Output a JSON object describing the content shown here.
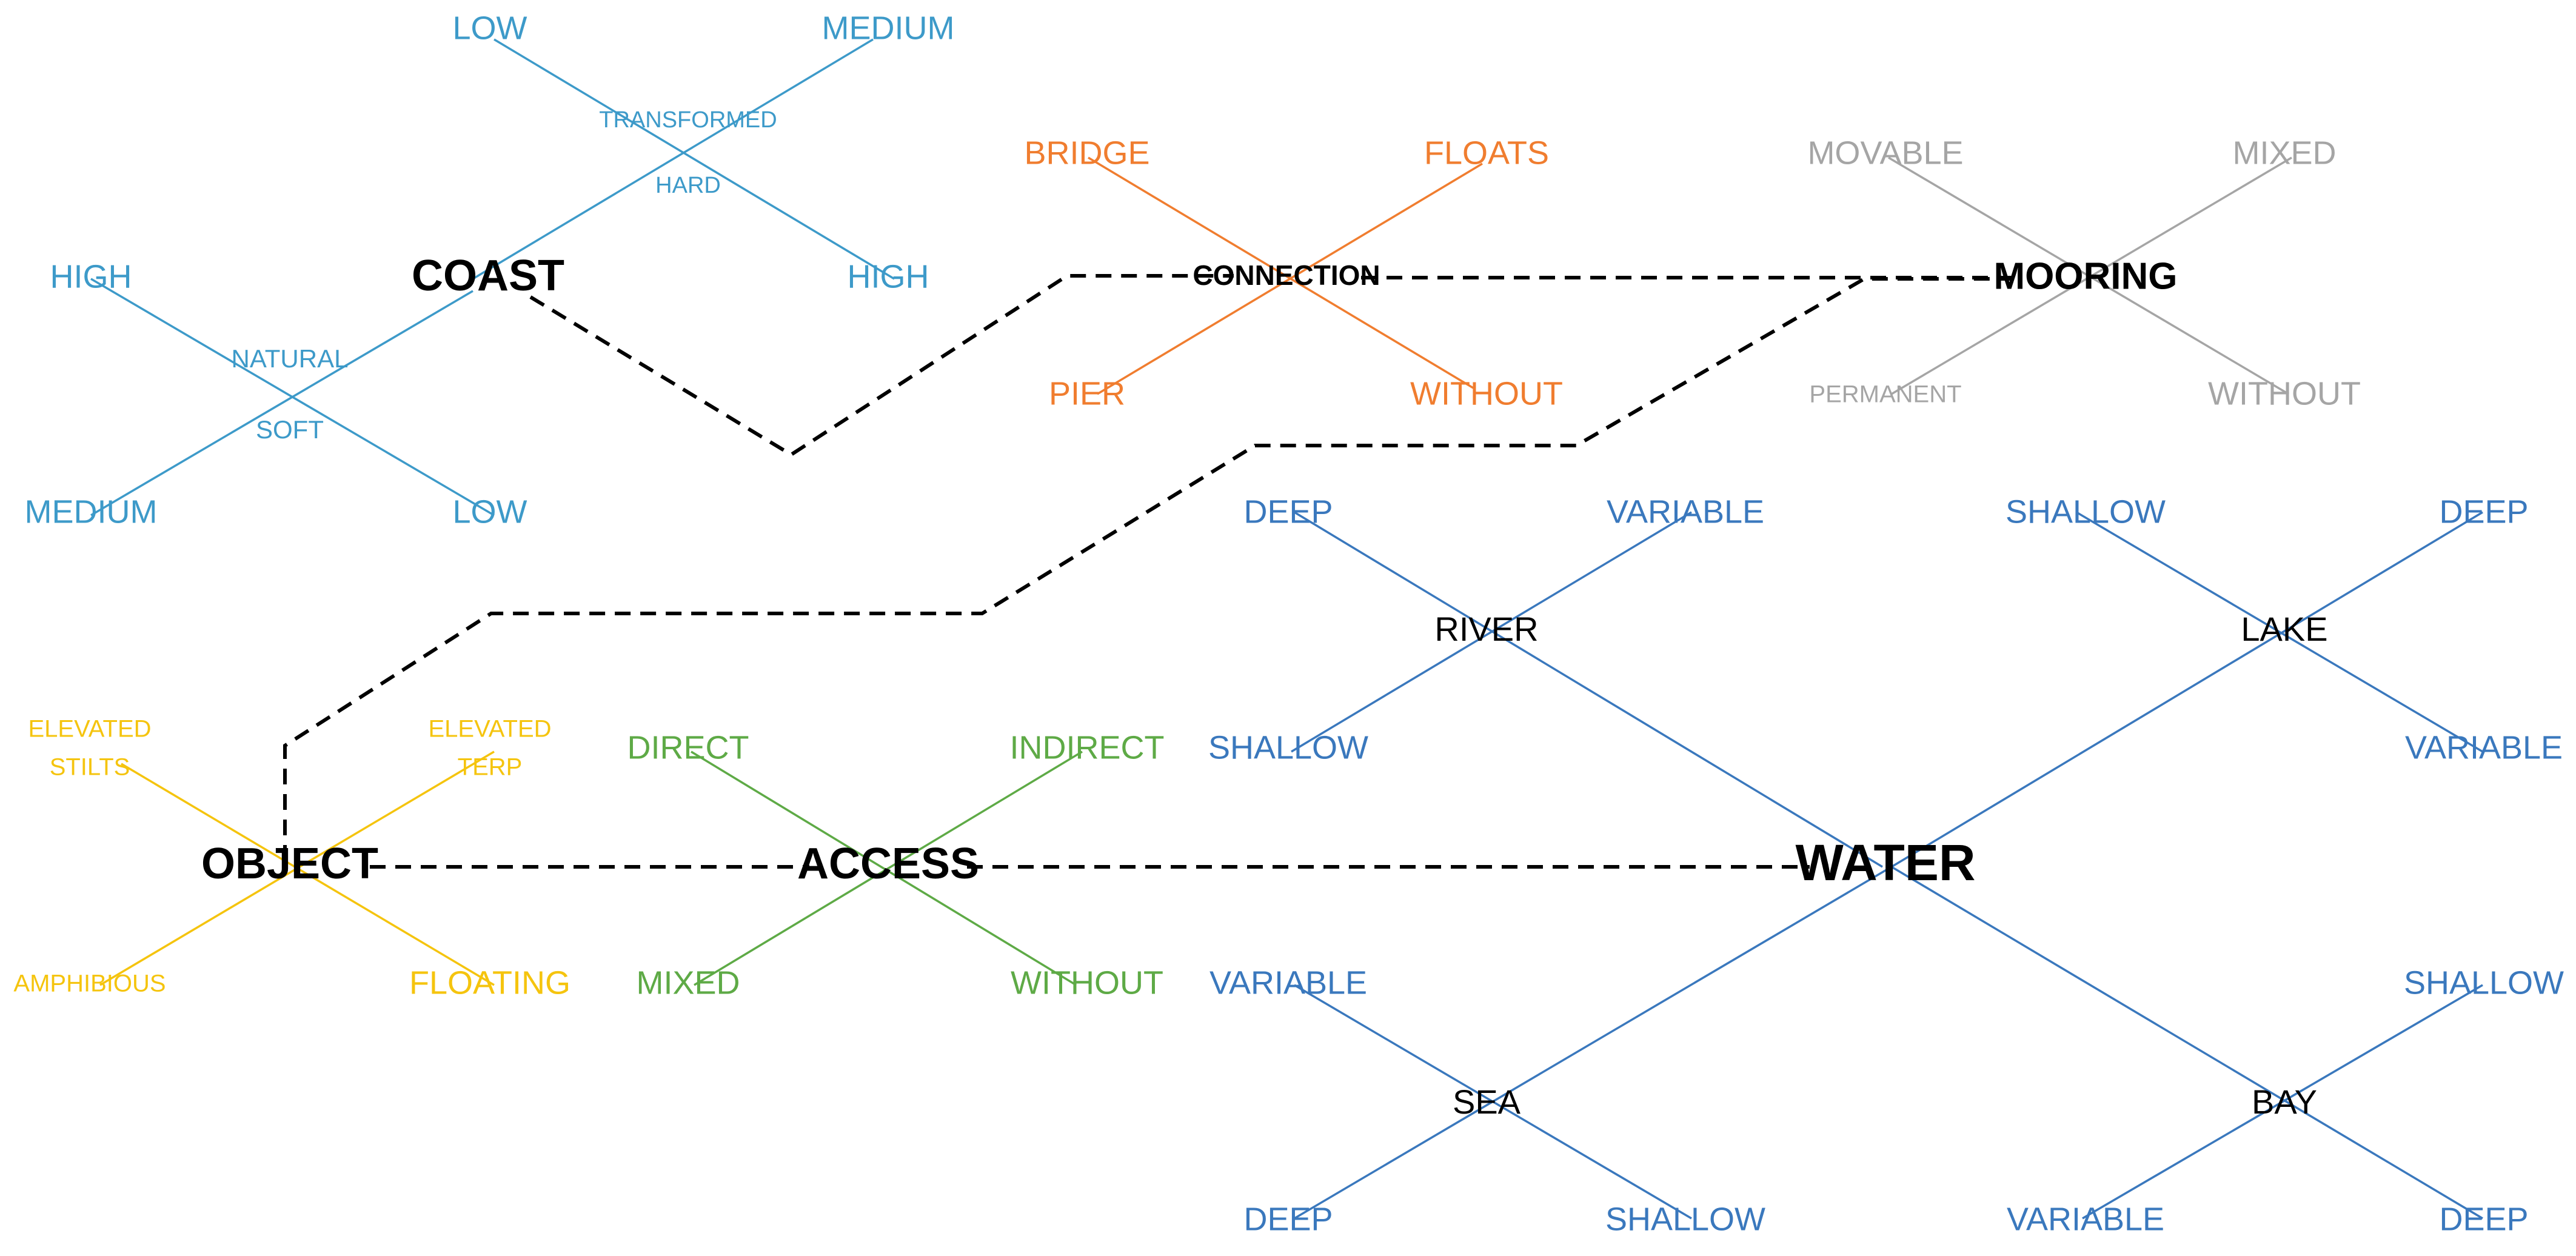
{
  "colors": {
    "coast": "#3D9AC9",
    "connection": "#F07D2F",
    "mooring": "#A5A5A5",
    "water": "#3A78BD",
    "object": "#F5C40E",
    "access": "#5EAA46",
    "hub": "#000000",
    "dashed": "#000000"
  },
  "hubs": {
    "coast": "COAST",
    "connection": "CONNECTION",
    "mooring": "MOORING",
    "object": "OBJECT",
    "access": "ACCESS",
    "water": "WATER",
    "river": "RIVER",
    "lake": "LAKE",
    "sea": "SEA",
    "bay": "BAY"
  },
  "coast": {
    "upper_left": "LOW",
    "upper_right": "MEDIUM",
    "upper_cross_a": "TRANSFORMED",
    "upper_cross_b": "HARD",
    "upper_bottom_right": "HIGH",
    "lower_top_left": "HIGH",
    "lower_cross_a": "NATURAL",
    "lower_cross_b": "SOFT",
    "lower_bottom_left": "MEDIUM",
    "lower_bottom_right": "LOW"
  },
  "connection": {
    "top_left": "BRIDGE",
    "top_right": "FLOATS",
    "bottom_left": "PIER",
    "bottom_right": "WITHOUT"
  },
  "mooring": {
    "top_left": "MOVABLE",
    "top_right": "MIXED",
    "bottom_left": "PERMANENT",
    "bottom_right": "WITHOUT"
  },
  "object": {
    "top_left_a": "ELEVATED",
    "top_left_b": "STILTS",
    "top_right_a": "ELEVATED",
    "top_right_b": "TERP",
    "bottom_left": "AMPHIBIOUS",
    "bottom_right": "FLOATING"
  },
  "access": {
    "top_left": "DIRECT",
    "top_right": "INDIRECT",
    "bottom_left": "MIXED",
    "bottom_right": "WITHOUT"
  },
  "river": {
    "top_left": "DEEP",
    "top_right": "VARIABLE",
    "bottom_left": "SHALLOW"
  },
  "lake": {
    "top_left": "SHALLOW",
    "top_right": "DEEP",
    "bottom_right": "VARIABLE"
  },
  "sea": {
    "top_left": "VARIABLE",
    "bottom_left": "DEEP",
    "bottom_right": "SHALLOW"
  },
  "bay": {
    "top_right": "SHALLOW",
    "bottom_left": "VARIABLE",
    "bottom_right": "DEEP"
  }
}
